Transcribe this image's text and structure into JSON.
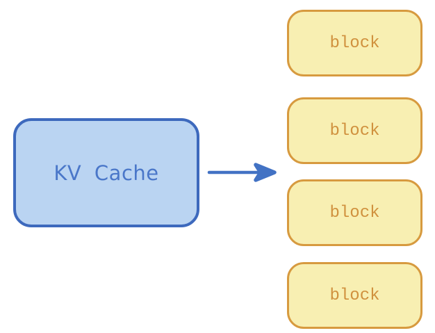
{
  "colors": {
    "background": "#ffffff",
    "source_fill": "#BAD4F2",
    "source_border": "#3D69BD",
    "source_text": "#4A77C9",
    "arrow": "#4272C4",
    "block_fill": "#F8EFB2",
    "block_border": "#D79A3F",
    "block_text": "#D0913E"
  },
  "diagram": {
    "source": {
      "label": "KV Cache"
    },
    "arrow": {
      "direction": "right",
      "from": "KV Cache",
      "to": "blocks"
    },
    "blocks": [
      {
        "label": "block"
      },
      {
        "label": "block"
      },
      {
        "label": "block"
      },
      {
        "label": "block"
      }
    ]
  }
}
